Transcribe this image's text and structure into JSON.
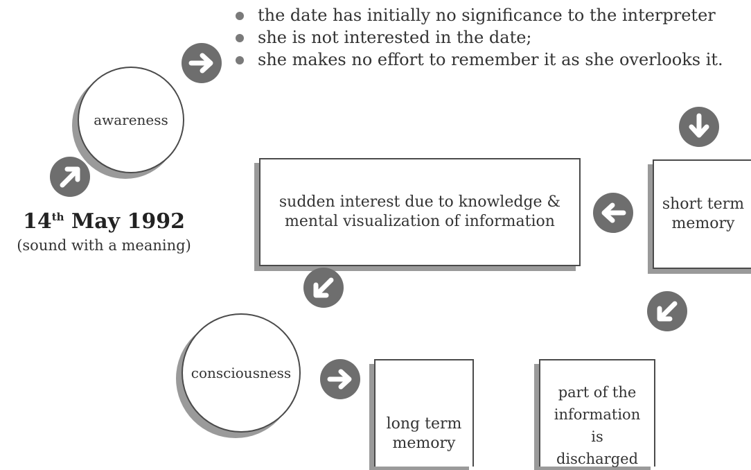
{
  "bullets": [
    "the date has initially no significance to the interpreter",
    "she is not interested in the date;",
    "she makes no effort to remember it as she overlooks it."
  ],
  "nodes": {
    "awareness": "awareness",
    "consciousness": "consciousness",
    "sudden_interest": "sudden interest due to knowledge & mental visualization of information",
    "short_term_memory": "short term memory",
    "long_term_memory": "long term memory",
    "discharged": "part of the information is discharged"
  },
  "date": {
    "day": "14",
    "suffix": "th",
    "rest": "May 1992",
    "caption": "(sound with a meaning)"
  },
  "arrows": [
    {
      "name": "arrow-right-icon",
      "direction": "right"
    },
    {
      "name": "arrow-up-right-icon",
      "direction": "up-right"
    },
    {
      "name": "arrow-down-icon",
      "direction": "down"
    },
    {
      "name": "arrow-left-icon",
      "direction": "left"
    },
    {
      "name": "arrow-down-left-icon",
      "direction": "down-left"
    },
    {
      "name": "arrow-right-icon",
      "direction": "right"
    }
  ],
  "colors": {
    "arrow": "#6e6e6e",
    "shadow": "#9a9a9a",
    "border": "#4a4a4a"
  }
}
